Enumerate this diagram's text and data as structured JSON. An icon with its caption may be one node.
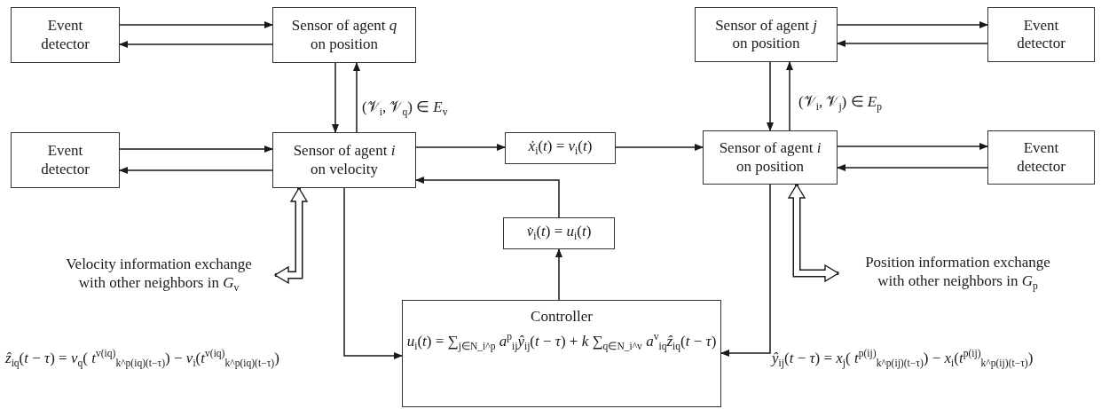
{
  "diagram": {
    "nodes": [
      {
        "text": [
          "Event detector"
        ]
      },
      {
        "text": [
          "Sensor of agent *q* on position"
        ]
      },
      {
        "text": [
          "Sensor of agent *j* on position"
        ]
      },
      {
        "text": [
          "Event detector"
        ]
      },
      {
        "text": [
          "Event detector"
        ]
      },
      {
        "text": [
          "Sensor of agent *i* on velocity"
        ]
      },
      {
        "text": [
          "*ẋ*$_{i}$(*t*) = *v*$_{i}$(*t*)"
        ]
      },
      {
        "text": [
          "Sensor of agent *i* on position"
        ]
      },
      {
        "text": [
          "Event detector"
        ]
      },
      {
        "text": [
          "*v̇*$_{i}$(*t*) = *u*$_{i}$(*t*)"
        ]
      },
      {
        "text": [
          "Controller",
          "*u*$_{i}$(*t*) = ∑$_{j∈N_i^p}$ *a*$^{p}$$_{ij}$*ŷ*$_{ij}$(*t* − *τ*) + *k* ∑$_{q∈N_i^v}$ *a*$^{v}$$_{iq}$*ẑ*$_{iq}$(*t* − *τ*)"
        ]
      },
      {
        "text": [
          "Velocity information exchange with other neighbors in *G*$_{v}$"
        ]
      },
      {
        "text": [
          "Position information exchange with other neighbors in *G*$_{p}$"
        ]
      }
    ],
    "edges": [
      {
        "from": 0,
        "to": 1,
        "arrow": "to"
      },
      {
        "from": 1,
        "to": 0,
        "arrow": "to"
      },
      {
        "from": 1,
        "to": 5,
        "arrow": "to"
      },
      {
        "from": 5,
        "to": 1,
        "arrow": "to"
      },
      {
        "from": 4,
        "to": 5,
        "arrow": "to"
      },
      {
        "from": 5,
        "to": 4,
        "arrow": "to"
      },
      {
        "from": 5,
        "to": 6,
        "arrow": "to"
      },
      {
        "from": 6,
        "to": 7,
        "arrow": "to"
      },
      {
        "from": 2,
        "to": 3,
        "arrow": "to"
      },
      {
        "from": 3,
        "to": 2,
        "arrow": "to"
      },
      {
        "from": 2,
        "to": 7,
        "arrow": "to"
      },
      {
        "from": 7,
        "to": 2,
        "arrow": "to"
      },
      {
        "from": 7,
        "to": 8,
        "arrow": "to"
      },
      {
        "from": 8,
        "to": 7,
        "arrow": "to"
      },
      {
        "from": 9,
        "to": 5,
        "arrow": "to"
      },
      {
        "from": 10,
        "to": 9,
        "arrow": "to"
      },
      {
        "from": 5,
        "to": 10,
        "arrow": "to"
      },
      {
        "from": 7,
        "to": 10,
        "arrow": "to"
      },
      {
        "from": 5,
        "to": 11,
        "arrow": "both",
        "style": "thick"
      },
      {
        "from": 7,
        "to": 12,
        "arrow": "both",
        "style": "thick"
      }
    ],
    "labels": [
      "(𝒱$_{i}$, 𝒱$_{q}$) ∈ *E*$_{v}$",
      "(𝒱$_{i}$, 𝒱$_{j}$) ∈ *E*$_{p}$",
      "*ẑ*$_{iq}$(*t* − *τ*) = *v*$_{q}$( *t*$^{v(iq)}$$_{k^p(iq)(t−τ)}$) − *v*$_{i}$(*t*$^{v(iq)}$$_{k^p(iq)(t−τ)}$)",
      "*ŷ*$_{ij}$(*t* − *τ*) = *x*$_{j}$( *t*$^{p(ij)}$$_{k^p(ij)(t−τ)}$) − *x*$_{i}$(*t*$^{p(ij)}$$_{k^p(ij)(t−τ)}$)"
    ]
  }
}
